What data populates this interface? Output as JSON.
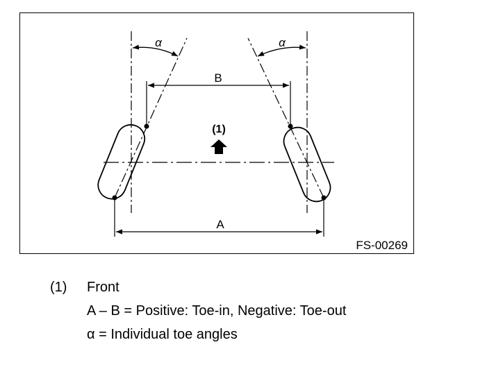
{
  "figure": {
    "label_alpha": "α",
    "label_B": "B",
    "label_A": "A",
    "label_front_marker": "(1)",
    "figure_id": "FS-00269"
  },
  "legend": {
    "number": "(1)",
    "item_label": "Front",
    "formula": "A – B = Positive: Toe-in, Negative: Toe-out",
    "alpha_definition": "α = Individual toe angles"
  }
}
